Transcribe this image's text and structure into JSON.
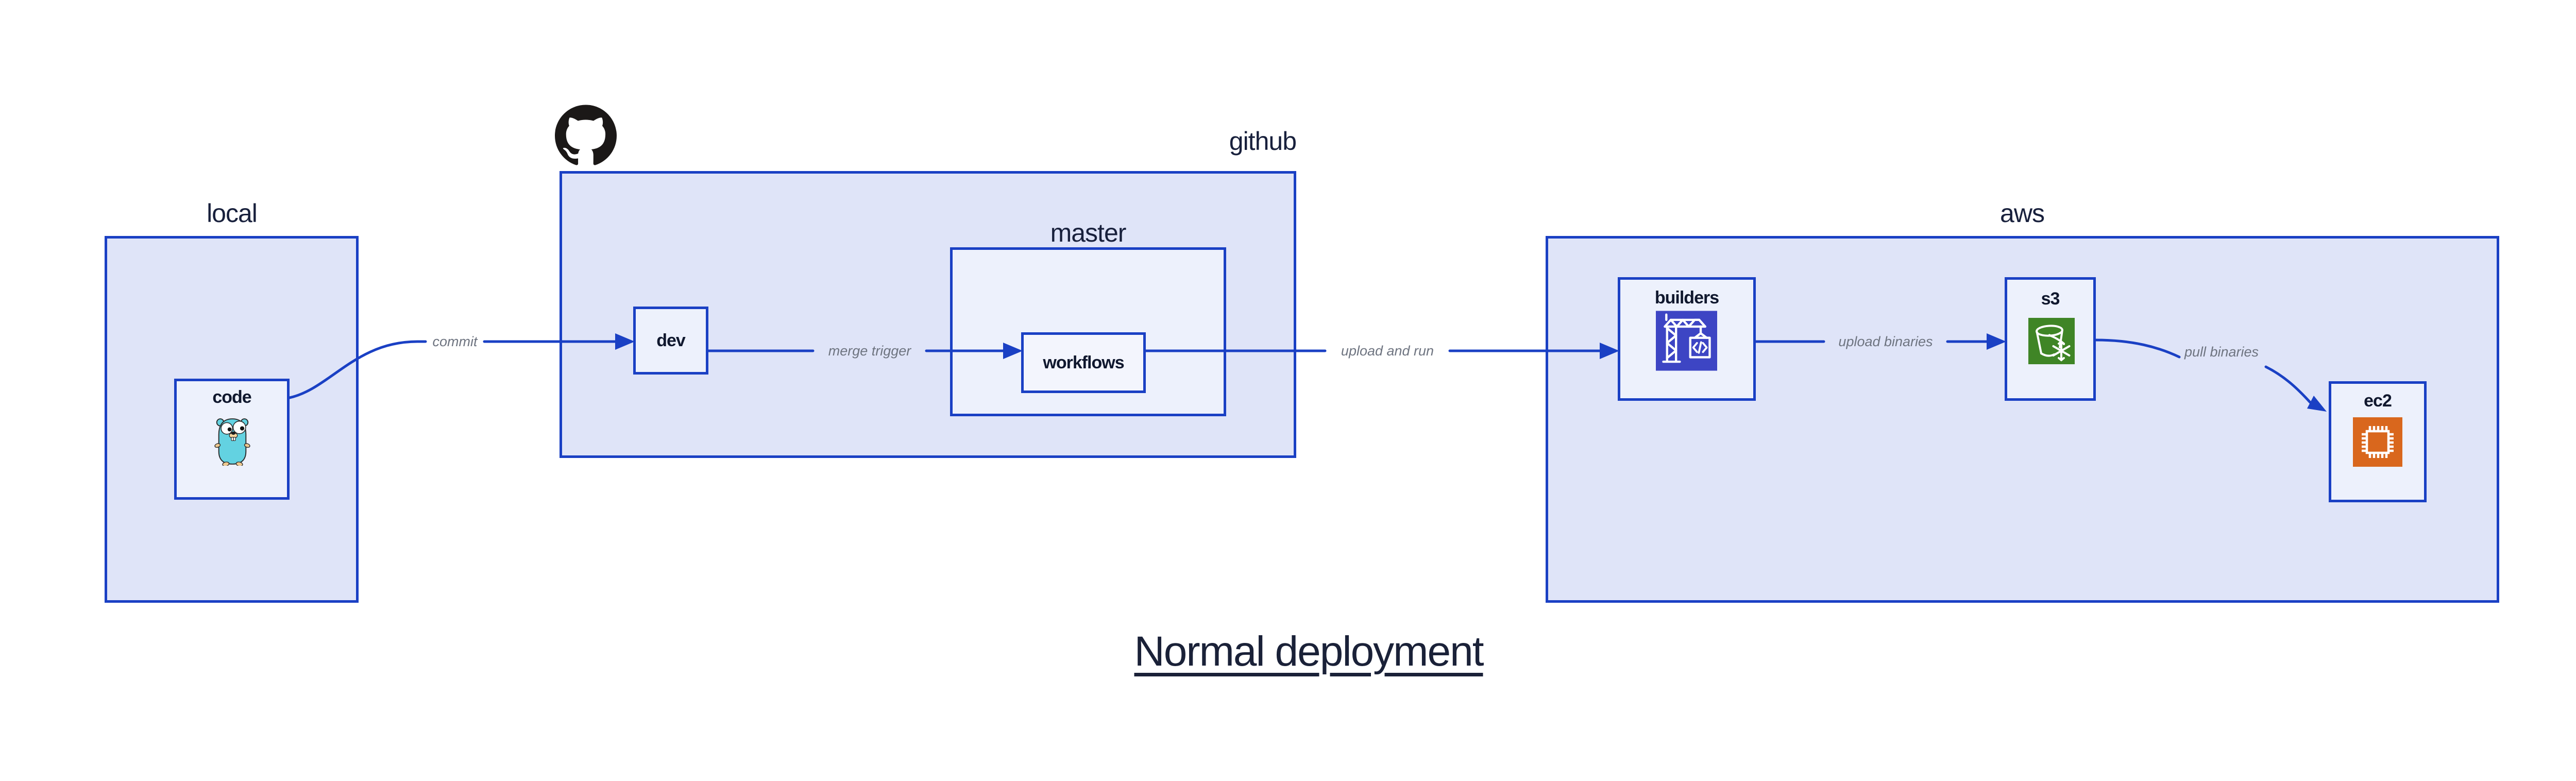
{
  "title": "Normal deployment",
  "containers": {
    "local": {
      "label": "local"
    },
    "github": {
      "label": "github",
      "icon": "github-octocat-icon"
    },
    "master": {
      "label": "master"
    },
    "aws": {
      "label": "aws"
    }
  },
  "nodes": {
    "code": {
      "label": "code",
      "icon": "go-gopher-icon"
    },
    "dev": {
      "label": "dev"
    },
    "workflows": {
      "label": "workflows"
    },
    "builders": {
      "label": "builders",
      "icon": "aws-codebuild-icon"
    },
    "s3": {
      "label": "s3",
      "icon": "aws-s3-bucket-icon"
    },
    "ec2": {
      "label": "ec2",
      "icon": "aws-ec2-chip-icon"
    }
  },
  "arrows": [
    {
      "id": "commit",
      "label": "commit",
      "from": "code",
      "to": "dev"
    },
    {
      "id": "merge-trigger",
      "label": "merge trigger",
      "from": "dev",
      "to": "workflows"
    },
    {
      "id": "upload-and-run",
      "label": "upload and run",
      "from": "workflows",
      "to": "builders"
    },
    {
      "id": "upload-binaries",
      "label": "upload binaries",
      "from": "builders",
      "to": "s3"
    },
    {
      "id": "pull-binaries",
      "label": "pull binaries",
      "from": "s3",
      "to": "ec2"
    }
  ],
  "colors": {
    "accent_blue": "#1a40c4",
    "container_fill": "#dfe4f8",
    "node_fill": "#edf1fc",
    "workflows_fill": "#f3f5fd",
    "dark_text": "#18203c",
    "arrow_label_gray": "#6e7480",
    "octocat_black": "#1b1817",
    "codebuild_purple": "#3d45c4",
    "s3_green": "#3f8526",
    "ec2_orange": "#d9671d",
    "gopher_teal": "#63d2e1"
  }
}
